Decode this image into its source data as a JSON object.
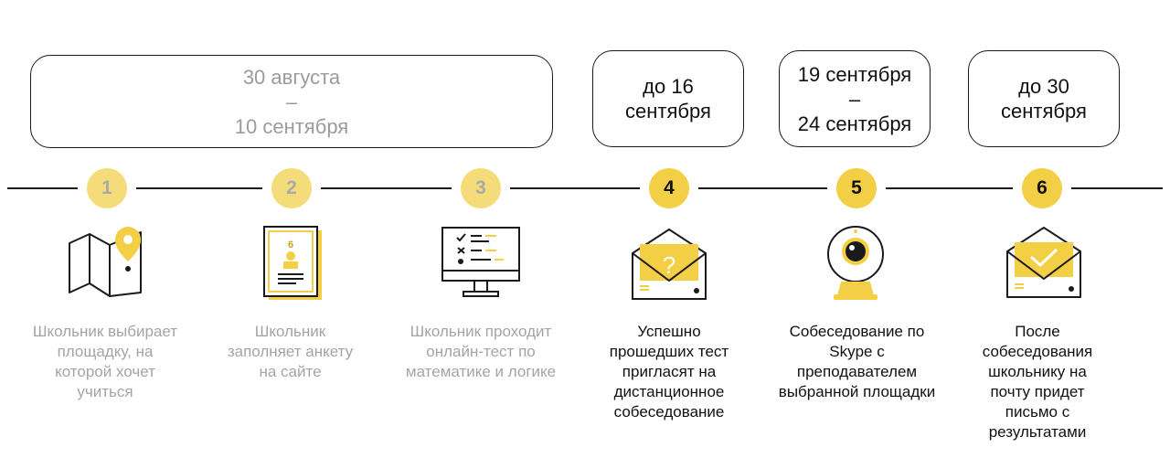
{
  "date_ranges": [
    {
      "lines": [
        "30 августа",
        "–",
        "10 сентября"
      ]
    },
    {
      "lines": [
        "до 16",
        "сентября"
      ]
    },
    {
      "lines": [
        "19 сентября",
        "–",
        "24 сентября"
      ]
    },
    {
      "lines": [
        "до 30",
        "сентября"
      ]
    }
  ],
  "steps": [
    {
      "number": "1",
      "icon": "map-pin-icon",
      "description": "Школьник выбирает площадку, на которой хочет учиться"
    },
    {
      "number": "2",
      "icon": "form-document-icon",
      "description": "Школьник заполняет анкету на сайте"
    },
    {
      "number": "3",
      "icon": "monitor-checklist-icon",
      "description": "Школьник проходит онлайн-тест по математике и логике"
    },
    {
      "number": "4",
      "icon": "envelope-question-icon",
      "description": "Успешно прошедших тест пригласят на дистанционное собеседование"
    },
    {
      "number": "5",
      "icon": "webcam-icon",
      "description": "Собеседование по Skype с преподавателем выбранной площадки"
    },
    {
      "number": "6",
      "icon": "envelope-check-icon",
      "description": "После собеседования школьнику на почту придет письмо с результатами"
    }
  ],
  "colors": {
    "accent": "#f3cf45",
    "accent_muted": "#f5dc7a",
    "muted_text": "#a4a4a4",
    "line": "#1a1a1a"
  }
}
